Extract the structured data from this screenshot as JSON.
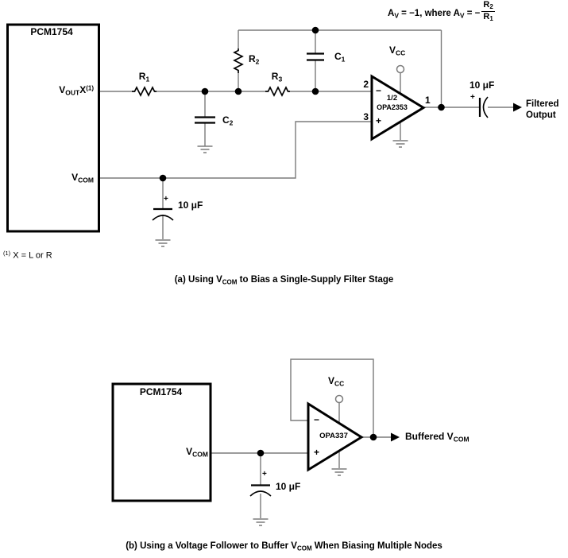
{
  "colors": {
    "background": "#ffffff",
    "wire": "#7b7b7b",
    "component": "#000000"
  },
  "formula": {
    "a1": "A",
    "sub1": "V",
    "mid": " = −1, where A",
    "sub2": "V",
    "eq": " = −",
    "num_base": "R",
    "num_sub": "2",
    "den_base": "R",
    "den_sub": "1"
  },
  "circuit_a": {
    "chip": "PCM1754",
    "pin_vout": {
      "base": "V",
      "sub": "OUT",
      "x": "X",
      "sup": "(1)"
    },
    "pin_vcom": {
      "base": "V",
      "sub": "COM"
    },
    "r1": {
      "base": "R",
      "sub": "1"
    },
    "r2": {
      "base": "R",
      "sub": "2"
    },
    "r3": {
      "base": "R",
      "sub": "3"
    },
    "c1": {
      "base": "C",
      "sub": "1"
    },
    "c2": {
      "base": "C",
      "sub": "2"
    },
    "bypass_cap": {
      "plus": "+",
      "value": "10 μF"
    },
    "opamp": {
      "pin_inv": "2",
      "pin_noninv": "3",
      "pin_out": "1",
      "minus": "−",
      "plus": "+",
      "half": "1/2",
      "part": "OPA2353",
      "vcc_base": "V",
      "vcc_sub": "CC"
    },
    "output_cap": {
      "plus": "+",
      "value": "10 μF"
    },
    "output_line1": "Filtered",
    "output_line2": "Output",
    "footnote": {
      "sup": "(1)",
      "text": " X = L or R"
    },
    "caption": {
      "pre": "(a) Using V",
      "sub": "COM",
      "post": " to Bias a Single-Supply Filter Stage"
    }
  },
  "circuit_b": {
    "chip": "PCM1754",
    "pin_vcom": {
      "base": "V",
      "sub": "COM"
    },
    "opamp": {
      "minus": "−",
      "plus": "+",
      "part": "OPA337",
      "vcc_base": "V",
      "vcc_sub": "CC"
    },
    "bypass_cap": {
      "plus": "+",
      "value": "10 μF"
    },
    "output_label": {
      "pre": "Buffered V",
      "sub": "COM"
    },
    "caption": {
      "pre": "(b) Using a Voltage Follower to Buffer V",
      "sub": "COM",
      "post": " When Biasing Multiple Nodes"
    }
  }
}
